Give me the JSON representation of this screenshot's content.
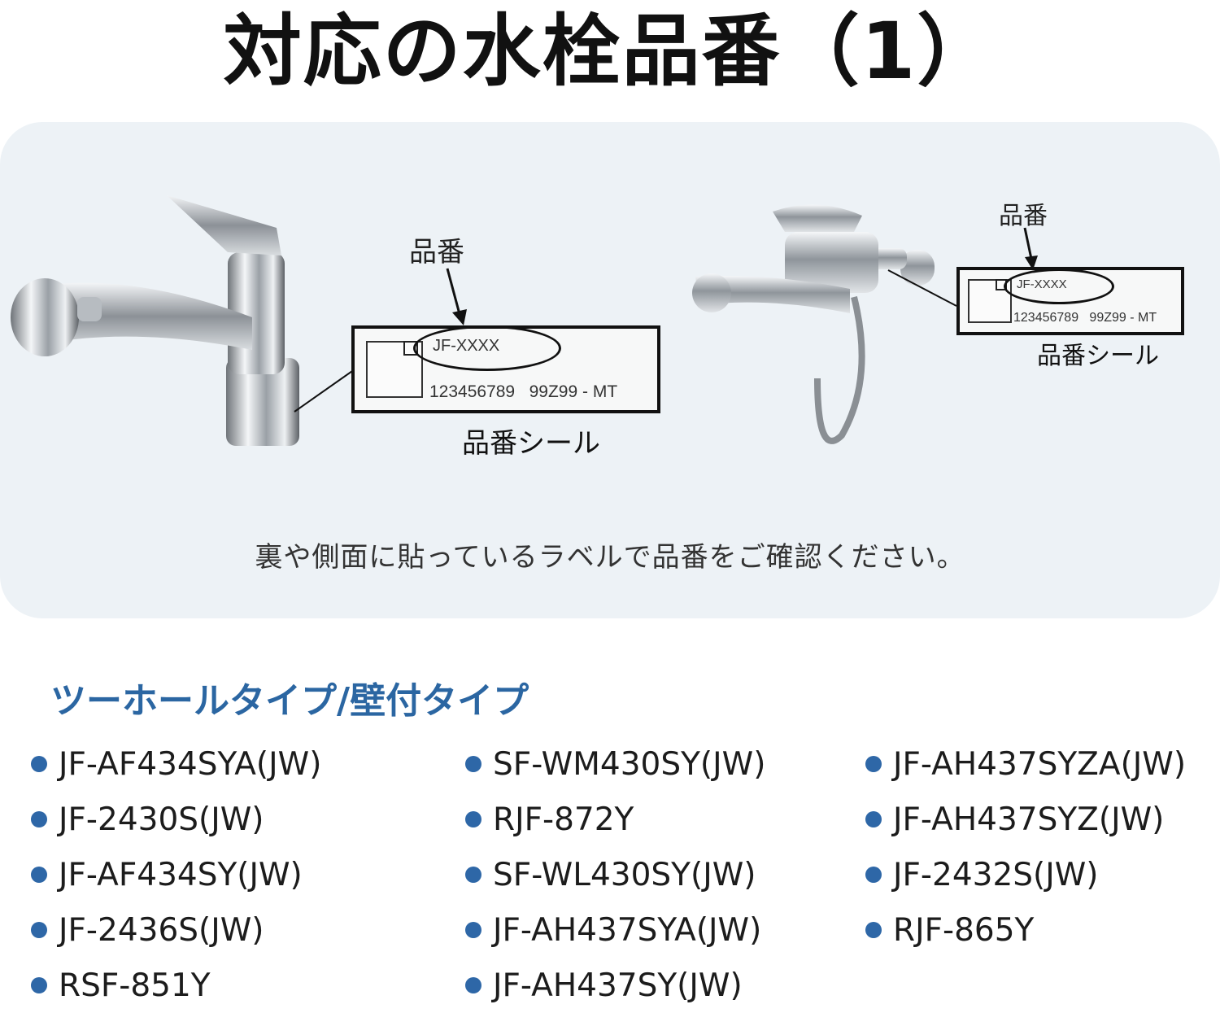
{
  "title": "対応の水栓品番（1）",
  "left_figure": {
    "tag": "品番",
    "label_code": "JF-XXXX",
    "label_serial": "123456789   99Z99 - MT",
    "caption": "品番シール"
  },
  "right_figure": {
    "tag": "品番",
    "label_code": "JF-XXXX",
    "label_serial": "123456789   99Z99 - MT",
    "caption": "品番シール"
  },
  "instruction": "裏や側面に貼っているラベルで品番をご確認ください。",
  "section_heading": "ツーホールタイプ/壁付タイプ",
  "models": {
    "col1": [
      "JF-AF434SYA(JW)",
      "JF-2430S(JW)",
      "JF-AF434SY(JW)",
      "JF-2436S(JW)",
      "RSF-851Y"
    ],
    "col2": [
      "SF-WM430SY(JW)",
      "RJF-872Y",
      "SF-WL430SY(JW)",
      "JF-AH437SYA(JW)",
      "JF-AH437SY(JW)"
    ],
    "col3": [
      "JF-AH437SYZA(JW)",
      "JF-AH437SYZ(JW)",
      "JF-2432S(JW)",
      "RJF-865Y"
    ]
  },
  "colors": {
    "heading": "#2b66a2",
    "bullet": "#2e67a7",
    "panel": "#edf2f6"
  }
}
